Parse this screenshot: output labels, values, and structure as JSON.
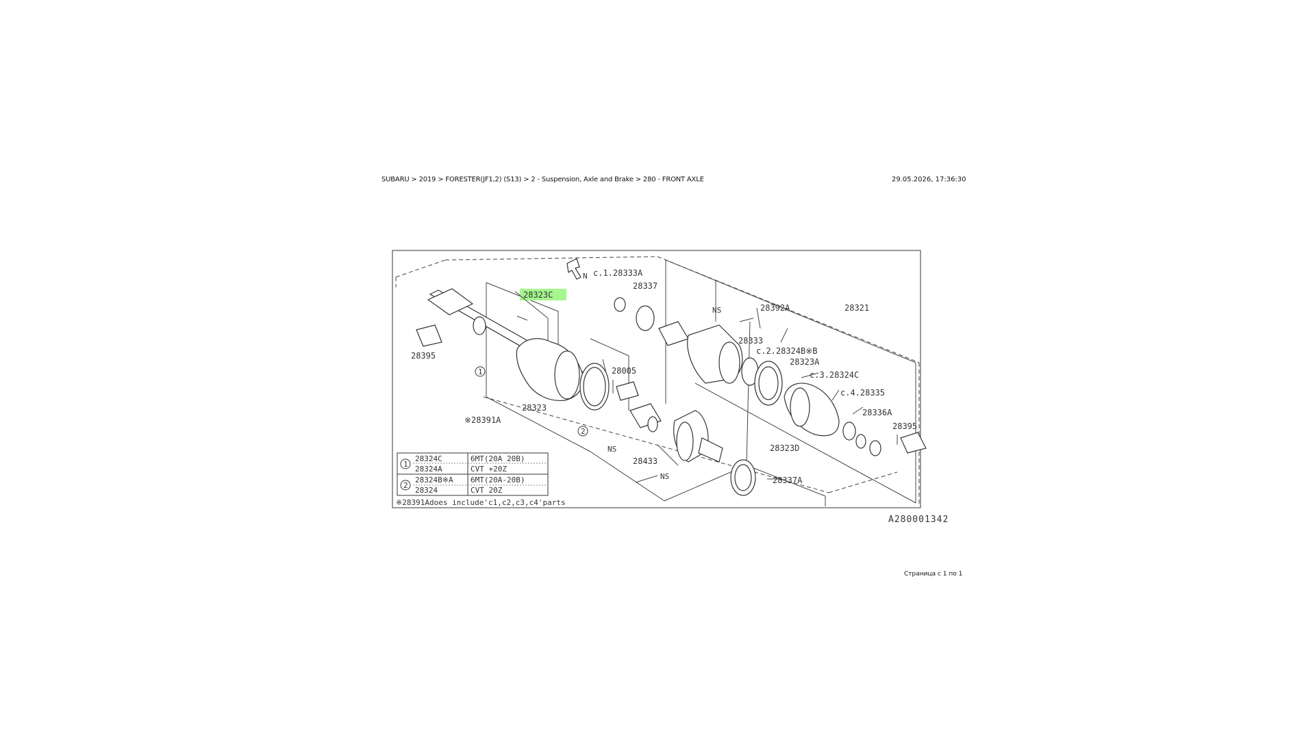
{
  "header": {
    "breadcrumb": "SUBARU > 2019 > FORESTER(JF1,2) (S13) > 2 - Suspension, Axle and Brake > 280 - FRONT AXLE",
    "timestamp": "29.05.2026, 17:36:30"
  },
  "footer": {
    "pager": "Страница с 1 по 1",
    "diagram_code": "A280001342"
  },
  "diagram": {
    "labels": {
      "p28321": "28321",
      "p28323c": "28323C",
      "p28337": "28337",
      "c1_28333a": "c.1.28333A",
      "p28392a": "28392A",
      "p28333": "28333",
      "c2_28324b": "c.2.28324B※B",
      "p28323a": "28323A",
      "c3_28324c": "c.3.28324C",
      "c4_28335": "c.4.28335",
      "p28336a": "28336A",
      "p28395_left": "28395",
      "p28395_right": "28395",
      "p28005": "28005",
      "p28323": "28323",
      "p28391a": "※28391A",
      "p28433": "28433",
      "p28323d": "28323D",
      "p28337a": "28337A",
      "ns1": "NS",
      "ns2": "NS",
      "ns3": "NS",
      "circle1": "1",
      "circle2": "2",
      "north": "N"
    },
    "legend": {
      "rows": [
        {
          "marker": "1",
          "part_a": "28324C",
          "part_b": "28324A",
          "spec_a": "6MT(20A 20B)",
          "spec_b": "CVT +20Z"
        },
        {
          "marker": "2",
          "part_a": "28324B※A",
          "part_b": "28324",
          "spec_a": "6MT(20A-20B)",
          "spec_b": "CVT 20Z"
        }
      ],
      "note": "※28391Adoes include'c1,c2,c3,c4'parts"
    },
    "highlight_color": "#a6f58e"
  }
}
